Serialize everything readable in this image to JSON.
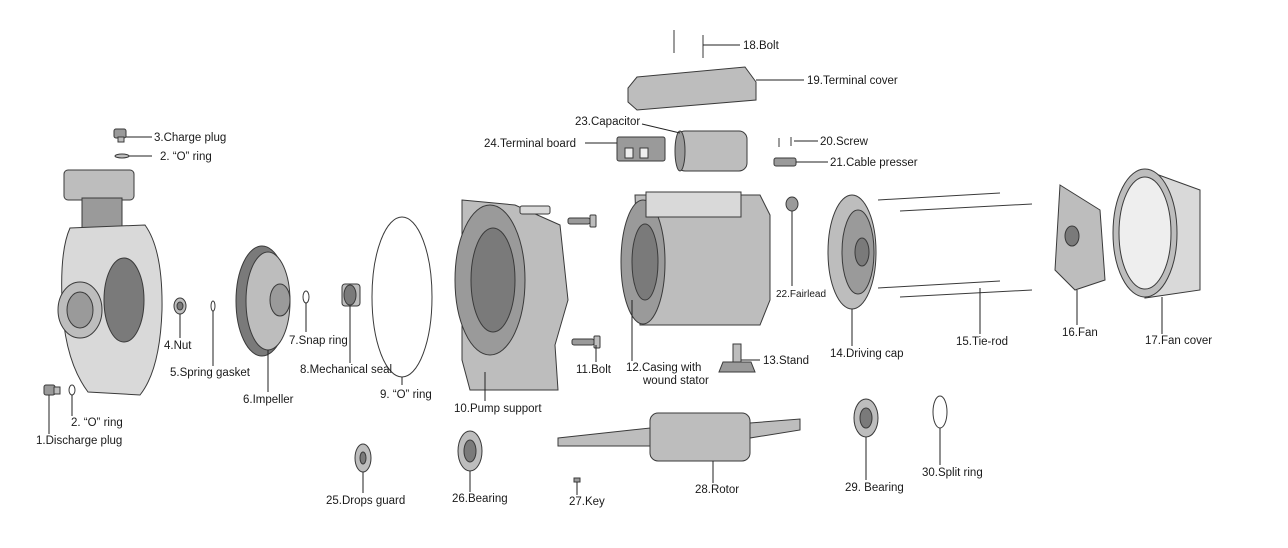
{
  "labels": {
    "discharge_plug": "1.Discharge plug",
    "o_ring_lower": "2. “O” ring",
    "o_ring_upper": "2. “O” ring",
    "charge_plug": "3.Charge plug",
    "nut": "4.Nut",
    "spring_gasket": "5.Spring gasket",
    "impeller": "6.Impeller",
    "snap_ring": "7.Snap ring",
    "mechanical_seal": "8.Mechanical seal",
    "o_ring_large": "9. “O” ring",
    "pump_support": "10.Pump support",
    "bolt_11": "11.Bolt",
    "casing": "12.Casing with",
    "casing_line2": "wound stator",
    "stand": "13.Stand",
    "driving_cap": "14.Driving cap",
    "tie_rod": "15.Tie-rod",
    "fan": "16.Fan",
    "fan_cover": "17.Fan cover",
    "bolt_18": "18.Bolt",
    "terminal_cover": "19.Terminal cover",
    "screw": "20.Screw",
    "cable_presser": "21.Cable presser",
    "fairlead": "22.Fairlead",
    "capacitor": "23.Capacitor",
    "terminal_board": "24.Terminal board",
    "drops_guard": "25.Drops guard",
    "bearing_26": "26.Bearing",
    "key": "27.Key",
    "rotor": "28.Rotor",
    "bearing_29": "29. Bearing",
    "split_ring": "30.Split ring"
  }
}
